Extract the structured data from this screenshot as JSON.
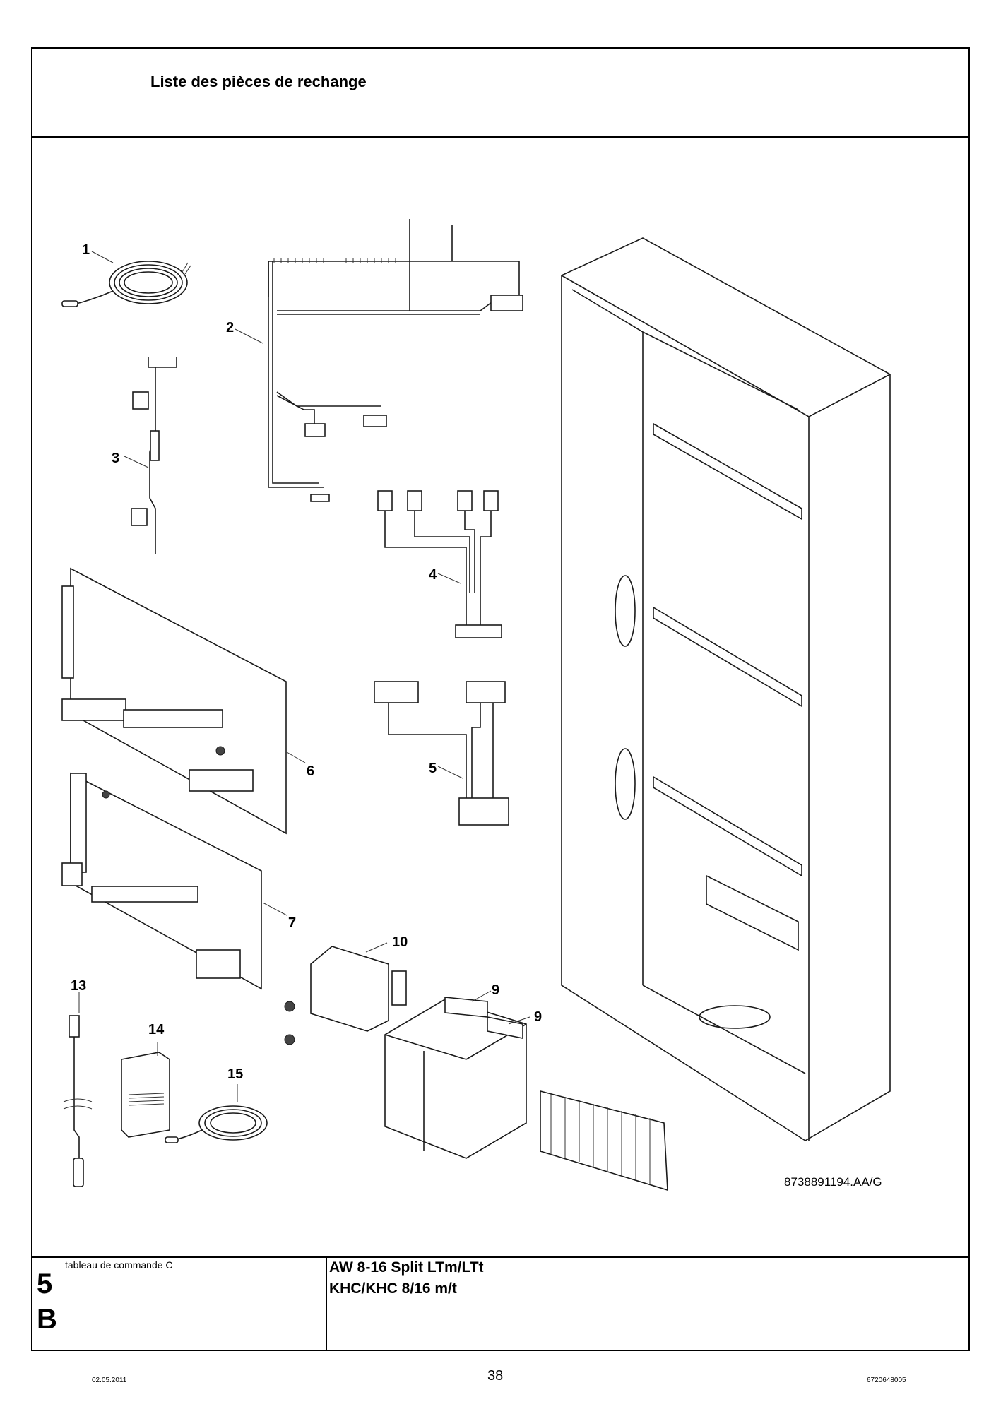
{
  "header": {
    "title": "Liste des pièces de rechange"
  },
  "drawing": {
    "callouts": [
      "1",
      "2",
      "3",
      "4",
      "5",
      "6",
      "7",
      "9",
      "9",
      "10",
      "13",
      "14",
      "15"
    ],
    "reference": "8738891194.AA/G"
  },
  "footer": {
    "subtitle": "tableau de commande C",
    "section_number": "5",
    "section_letter": "B",
    "model_line1": "AW 8-16 Split LTm/LTt",
    "model_line2": "KHC/KHC 8/16 m/t",
    "date": "02.05.2011",
    "page_number": "38",
    "doc_number": "6720648005"
  }
}
